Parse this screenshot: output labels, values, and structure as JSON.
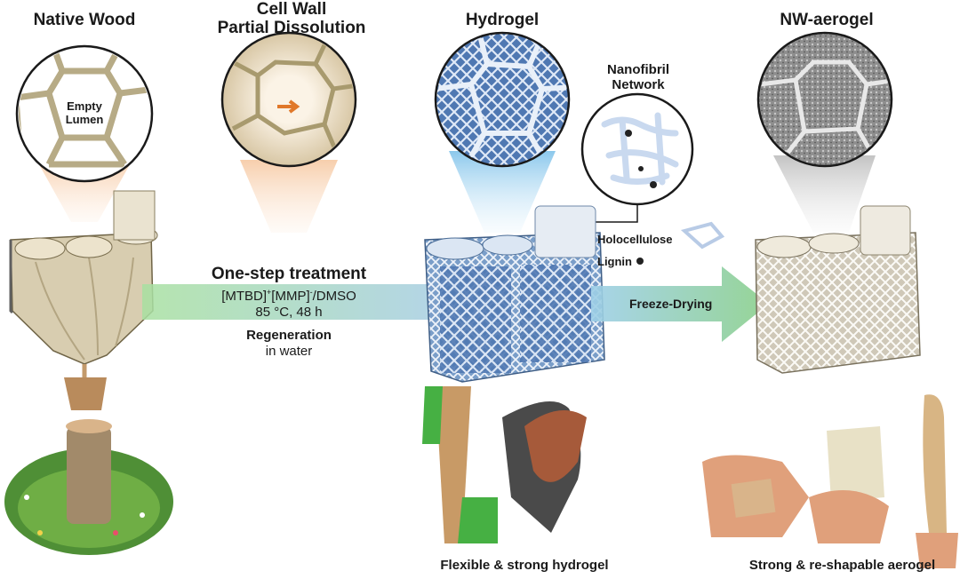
{
  "stages": {
    "native_wood": "Native Wood",
    "cell_wall_line1": "Cell Wall",
    "cell_wall_line2": "Partial Dissolution",
    "hydrogel": "Hydrogel",
    "aerogel": "NW-aerogel"
  },
  "lumen": {
    "line1": "Empty",
    "line2": "Lumen"
  },
  "nanofibril": {
    "line1": "Nanofibril",
    "line2": "Network"
  },
  "legend": {
    "holocellulose": "Holocellulose",
    "lignin": "Lignin"
  },
  "treatment": {
    "heading": "One-step treatment",
    "solvent_a": "[MTBD]",
    "solvent_sup1": "+",
    "solvent_b": "[MMP]",
    "solvent_sup2": "-",
    "solvent_c": "/DMSO",
    "conditions": "85 °C, 48 h",
    "regen_heading": "Regeneration",
    "regen_sub": "in water"
  },
  "freeze_drying": "Freeze-Drying",
  "captions": {
    "hydrogel": "Flexible & strong hydrogel",
    "aerogel": "Strong & re-shapable aerogel"
  },
  "colors": {
    "wood": "#d9cdb0",
    "wood_dark": "#8a7a58",
    "hydrogel_blue": "#6f97c8",
    "arrow_green": "#8fd18a",
    "arrow_blue": "#a9cfe8",
    "aerogel_grey": "#9a9a9a"
  }
}
